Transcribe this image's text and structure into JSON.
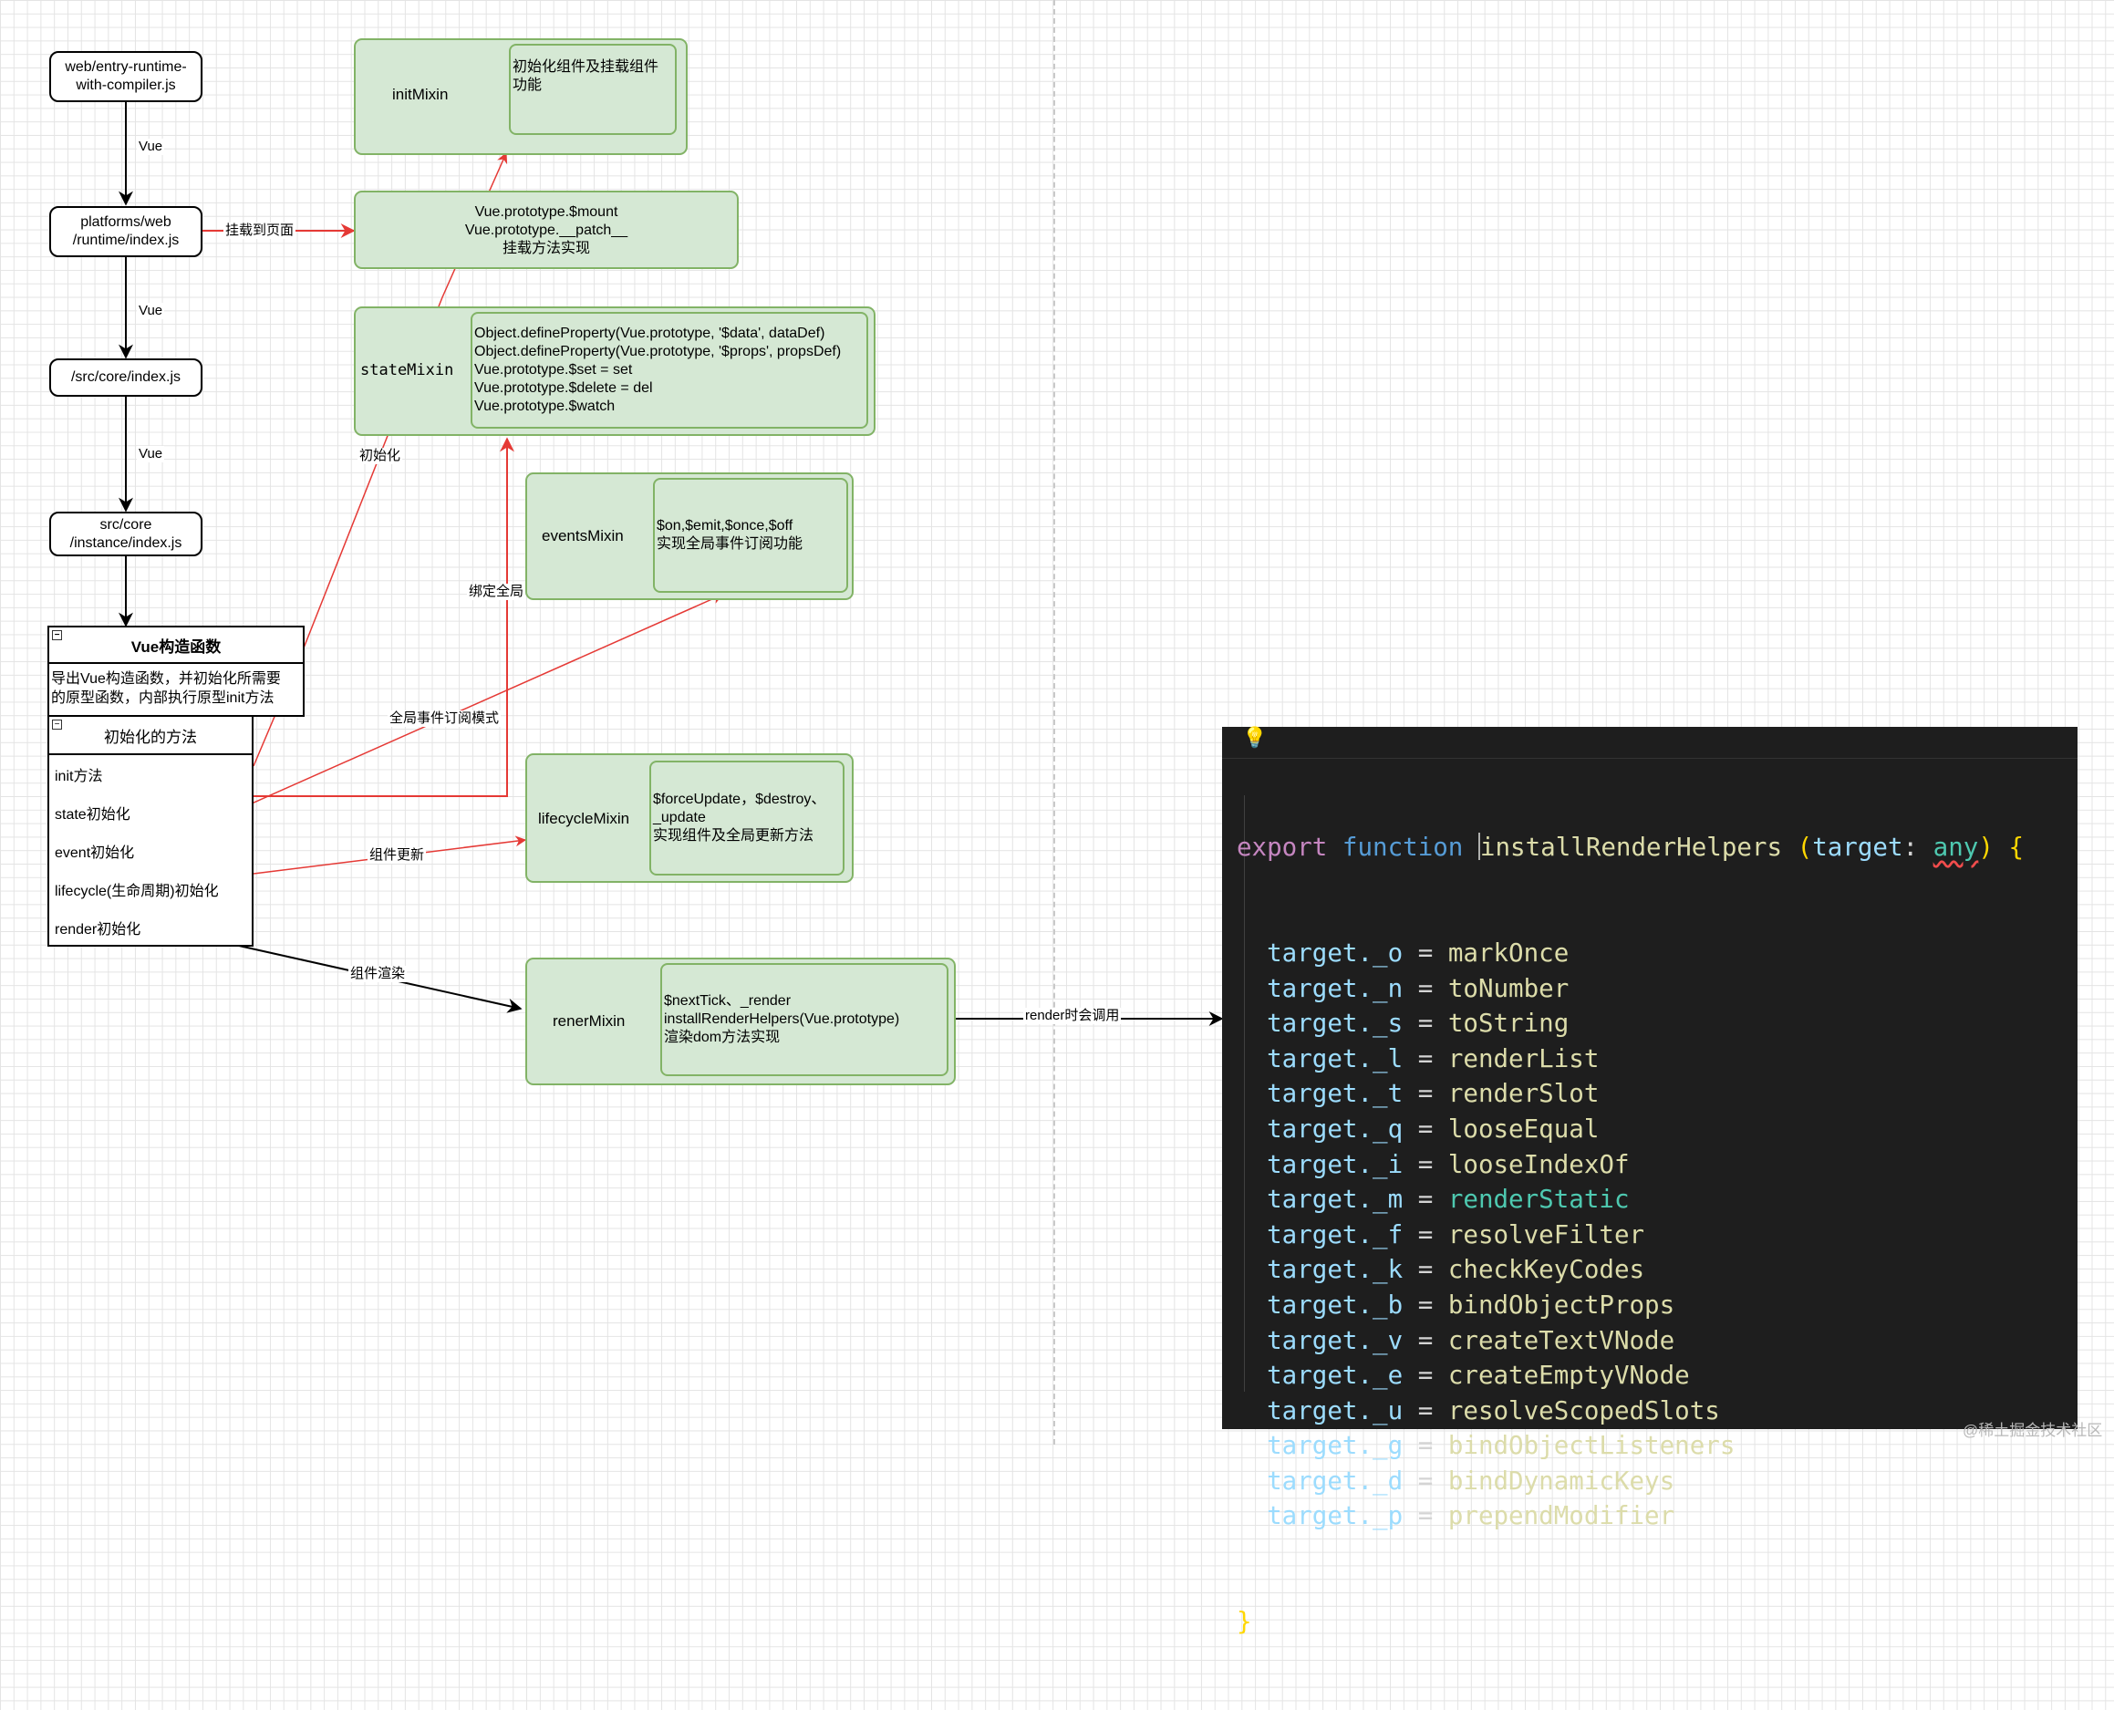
{
  "nodes": {
    "entry": "web/entry-runtime-\nwith-compiler.js",
    "platforms": "platforms/web\n/runtime/index.js",
    "core": "/src/core/index.js",
    "instance": "src/core\n/instance/index.js"
  },
  "edge_labels": {
    "vue1": "Vue",
    "vue2": "Vue",
    "vue3": "Vue",
    "mount_page": "挂载到页面",
    "init": "初始化",
    "bind_global": "绑定全局",
    "event_mode": "全局事件订阅模式",
    "comp_update": "组件更新",
    "comp_render": "组件渲染",
    "render_call": "render时会调用"
  },
  "class_box": {
    "title": "Vue构造函数",
    "minus": "−",
    "desc": "导出Vue构造函数，并初始化所需要\n的原型函数，内部执行原型init方法",
    "methods_title": "初始化的方法",
    "methods": [
      "init方法",
      "state初始化",
      "event初始化",
      "lifecycle(生命周期)初始化",
      "render初始化"
    ]
  },
  "mixins": {
    "initMixin": {
      "title": "initMixin",
      "detail": "初始化组件及挂载组件\n功能"
    },
    "mount": {
      "detail": "Vue.prototype.$mount\nVue.prototype.__patch__\n挂载方法实现"
    },
    "stateMixin": {
      "title": "stateMixin",
      "detail": "Object.defineProperty(Vue.prototype, '$data', dataDef)\nObject.defineProperty(Vue.prototype, '$props', propsDef)\nVue.prototype.$set = set\nVue.prototype.$delete = del\nVue.prototype.$watch"
    },
    "eventsMixin": {
      "title": "eventsMixin",
      "detail": "$on,$emit,$once,$off\n实现全局事件订阅功能"
    },
    "lifecycleMixin": {
      "title": "lifecycleMixin",
      "detail": "$forceUpdate，$destroy、\n_update\n实现组件及全局更新方法"
    },
    "renerMixin": {
      "title": "renerMixin",
      "detail": "$nextTick、_render\ninstallRenderHelpers(Vue.prototype)\n渲染dom方法实现"
    }
  },
  "code": {
    "header": {
      "export": "export",
      "function": "function",
      "name": "installRenderHelpers",
      "open": "(",
      "param": "target",
      "colon": ":",
      "type": "any",
      "close": ")",
      "brace": "{"
    },
    "assignments": [
      {
        "lhs": "target._o",
        "rhs": "markOnce"
      },
      {
        "lhs": "target._n",
        "rhs": "toNumber"
      },
      {
        "lhs": "target._s",
        "rhs": "toString"
      },
      {
        "lhs": "target._l",
        "rhs": "renderList"
      },
      {
        "lhs": "target._t",
        "rhs": "renderSlot"
      },
      {
        "lhs": "target._q",
        "rhs": "looseEqual"
      },
      {
        "lhs": "target._i",
        "rhs": "looseIndexOf"
      },
      {
        "lhs": "target._m",
        "rhs": "renderStatic"
      },
      {
        "lhs": "target._f",
        "rhs": "resolveFilter"
      },
      {
        "lhs": "target._k",
        "rhs": "checkKeyCodes"
      },
      {
        "lhs": "target._b",
        "rhs": "bindObjectProps"
      },
      {
        "lhs": "target._v",
        "rhs": "createTextVNode"
      },
      {
        "lhs": "target._e",
        "rhs": "createEmptyVNode"
      },
      {
        "lhs": "target._u",
        "rhs": "resolveScopedSlots"
      },
      {
        "lhs": "target._g",
        "rhs": "bindObjectListeners"
      },
      {
        "lhs": "target._d",
        "rhs": "bindDynamicKeys"
      },
      {
        "lhs": "target._p",
        "rhs": "prependModifier"
      }
    ],
    "rhs_colors": [
      "#dcdcaa",
      "#dcdcaa",
      "#dcdcaa",
      "#dcdcaa",
      "#dcdcaa",
      "#dcdcaa",
      "#dcdcaa",
      "#4ec9b0",
      "#dcdcaa",
      "#dcdcaa",
      "#dcdcaa",
      "#dcdcaa",
      "#dcdcaa",
      "#dcdcaa",
      "#dcdcaa",
      "#dcdcaa",
      "#dcdcaa"
    ],
    "equals": "=",
    "closing": "}"
  },
  "watermark": "@稀土掘金技术社区",
  "colors": {
    "green_fill": "#d5e8d4",
    "green_stroke": "#82b366",
    "red_arrow": "#e53935"
  }
}
